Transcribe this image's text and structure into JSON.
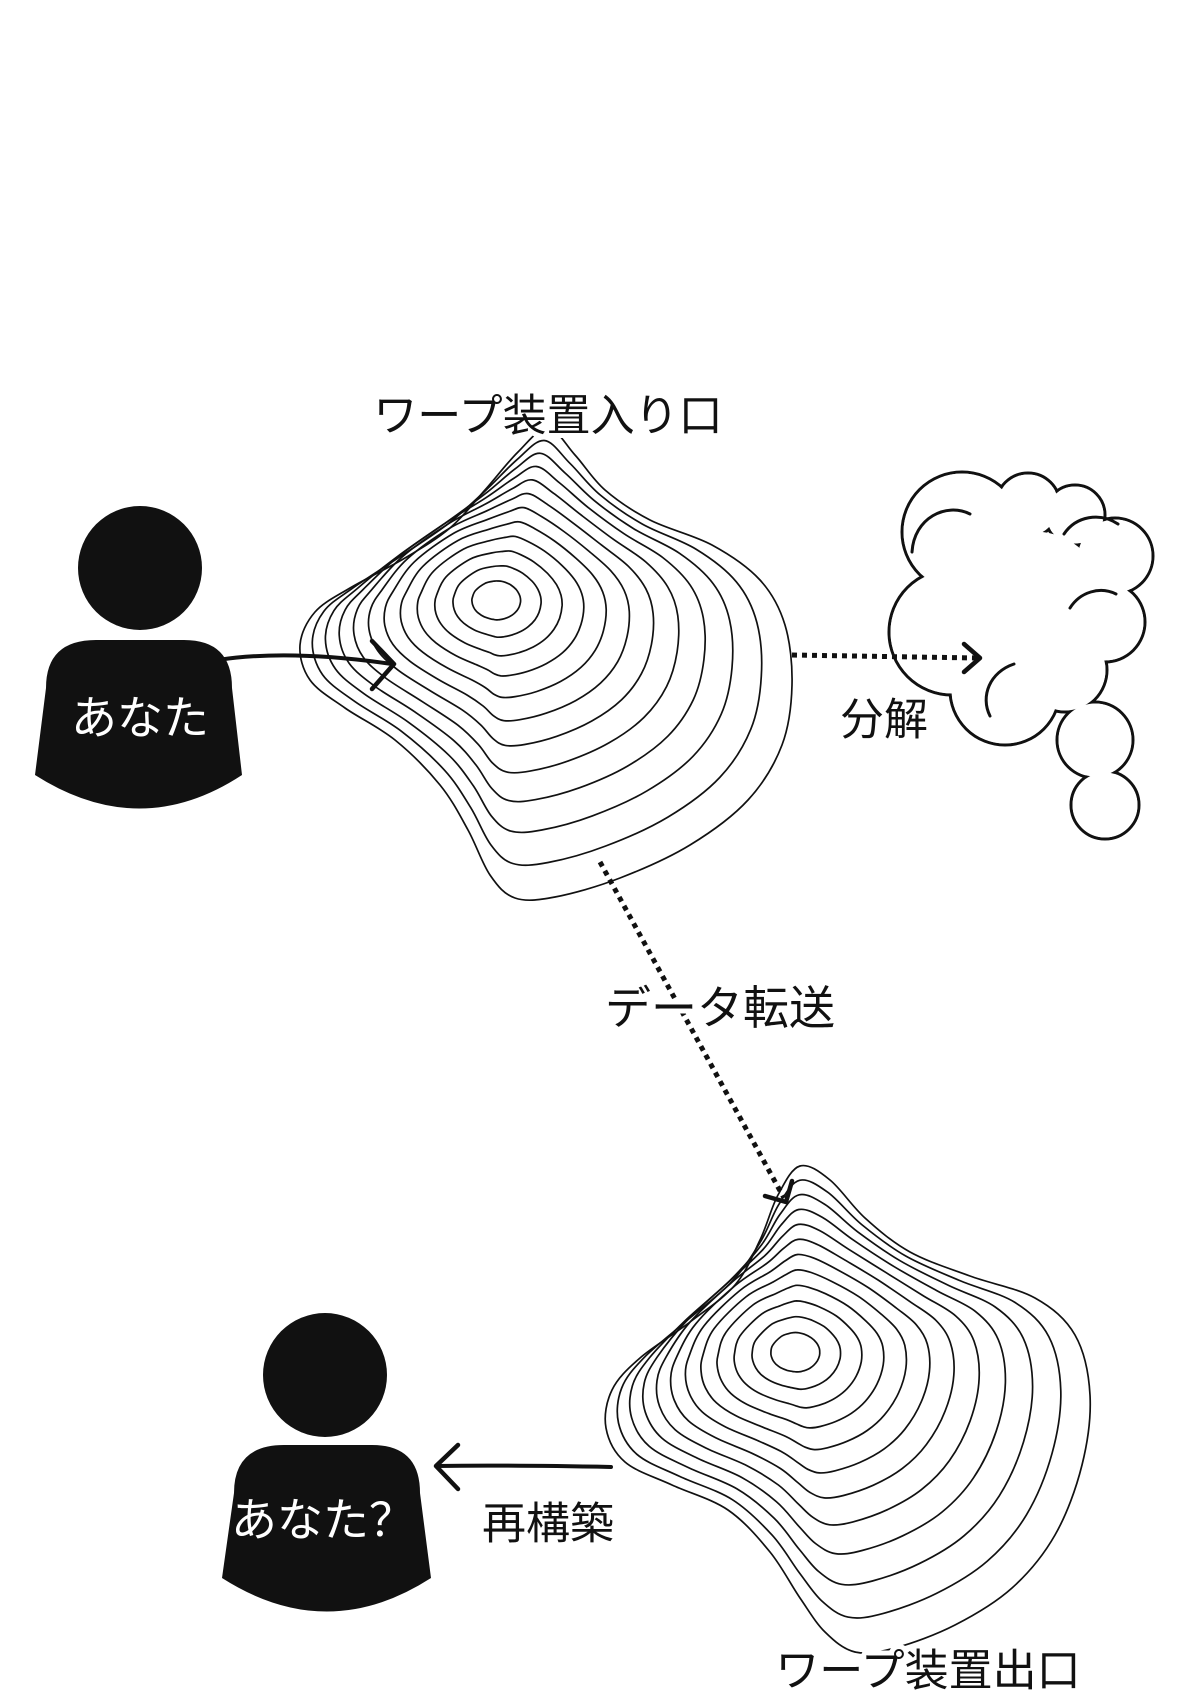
{
  "diagram": {
    "entrance": {
      "label": "ワープ装置入り口"
    },
    "exit": {
      "label": "ワープ装置出口"
    },
    "you": {
      "label": "あなた"
    },
    "you_rebuilt": {
      "label": "あなた？"
    },
    "steps": {
      "decompose": "分解",
      "data_transfer": "データ転送",
      "rebuild": "再構築"
    }
  },
  "icons": {
    "person": "person-icon",
    "warp_gate": "contour-portal-icon",
    "debris": "cloud-icon"
  },
  "colors": {
    "ink": "#111111",
    "paper": "#ffffff",
    "on_person": "#ffffff"
  }
}
